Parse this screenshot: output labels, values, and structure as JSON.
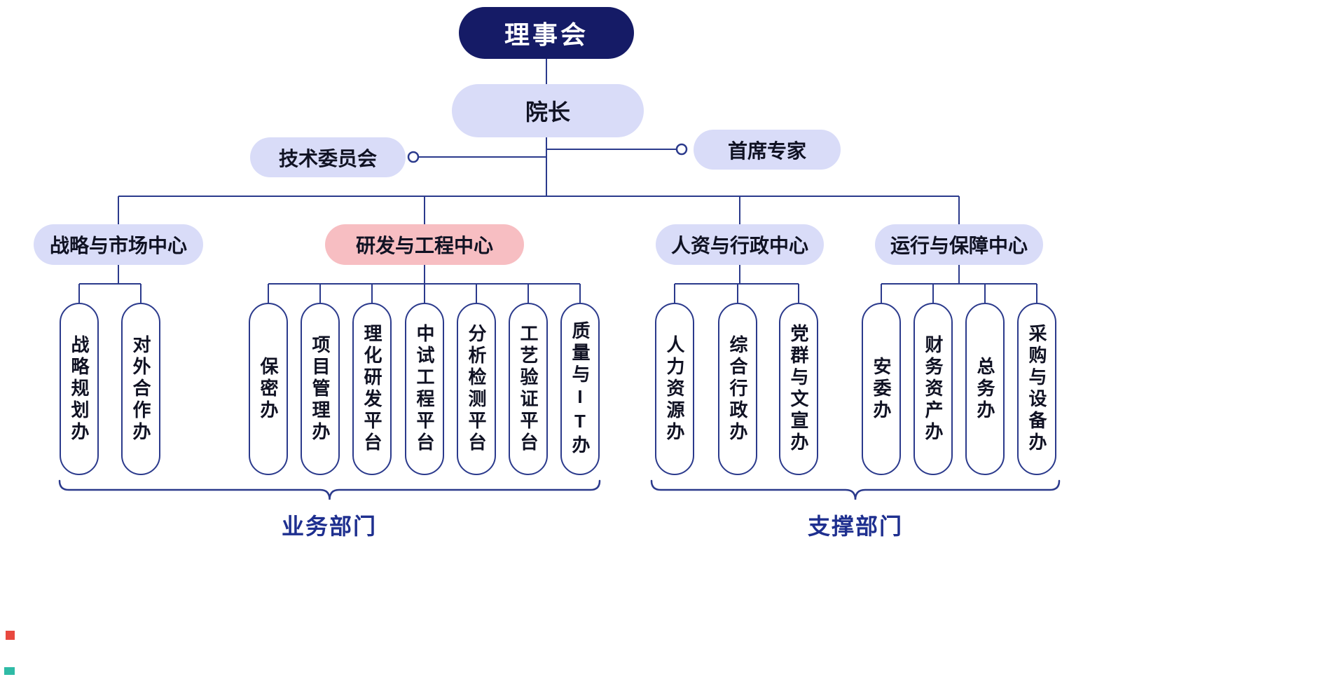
{
  "org": {
    "nodes": {
      "root": "理事会",
      "president": "院长",
      "tech_committee": "技术委员会",
      "chief_expert": "首席专家"
    },
    "centers": [
      "战略与市场中心",
      "研发与工程中心",
      "人资与行政中心",
      "运行与保障中心"
    ],
    "highlighted_center": "研发与工程中心",
    "offices": {
      "strategy": [
        "战略规划办",
        "对外合作办"
      ],
      "rnd": [
        "保密办",
        "项目管理办",
        "理化研发平台",
        "中试工程平台",
        "分析检测平台",
        "工艺验证平台",
        "质量与IT办"
      ],
      "hr": [
        "人力资源办",
        "综合行政办",
        "党群与文宣办"
      ],
      "operations": [
        "安委办",
        "财务资产办",
        "总务办",
        "采购与设备办"
      ]
    },
    "group_labels": [
      "业务部门",
      "支撑部门"
    ]
  },
  "colors": {
    "root_bg": "#151b66",
    "root_text": "#ffffff",
    "node_bg": "#d9dcf8",
    "highlight_bg": "#f7bec2",
    "node_text": "#101223",
    "line": "#2b3a8c",
    "group_label": "#1e2f8f",
    "artifact_red": "#e8483f",
    "artifact_teal": "#2fbba6"
  }
}
